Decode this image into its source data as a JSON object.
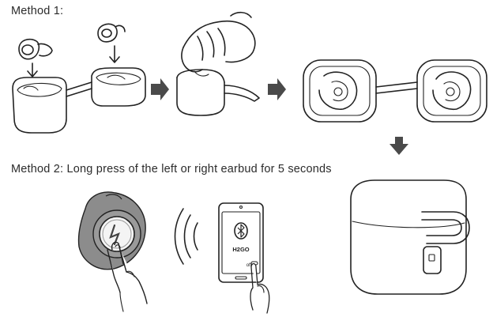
{
  "method1": {
    "heading": "Method 1:"
  },
  "method2": {
    "heading": "Method 2: Long press of the left or right earbud for 5 seconds"
  },
  "phone": {
    "device_label": "H2GO",
    "switch_label": "off"
  },
  "icons": {
    "bluetooth": "bluetooth-icon",
    "step_arrow": "right-arrow-icon",
    "down_arrow": "down-arrow-icon",
    "signal": "signal-waves-icon",
    "earbud_logo": "h-logo-icon"
  }
}
